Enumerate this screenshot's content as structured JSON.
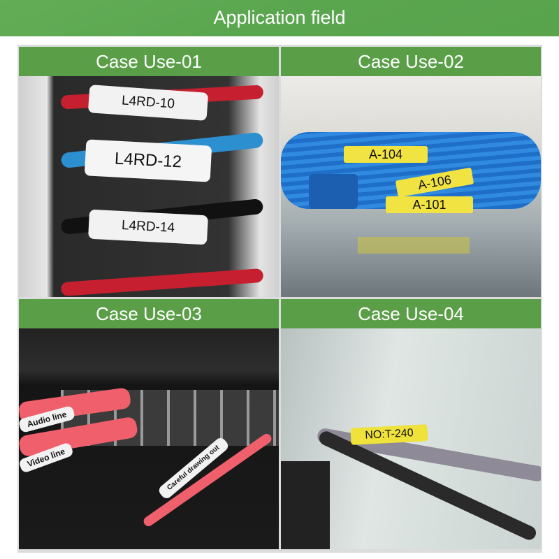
{
  "header": {
    "title": "Application field"
  },
  "cases": [
    {
      "label": "Case Use-01",
      "tags": [
        "L4RD-10",
        "L4RD-12",
        "L4RD-14"
      ]
    },
    {
      "label": "Case Use-02",
      "tags": [
        "A-104",
        "A-106",
        "A-101"
      ]
    },
    {
      "label": "Case Use-03",
      "tags": [
        "Audio line",
        "Video line",
        "Careful drawing out"
      ]
    },
    {
      "label": "Case Use-04",
      "tags": [
        "NO:T-240"
      ]
    }
  ],
  "colors": {
    "green": "#5aa64f",
    "label_green": "#5a9f48"
  }
}
